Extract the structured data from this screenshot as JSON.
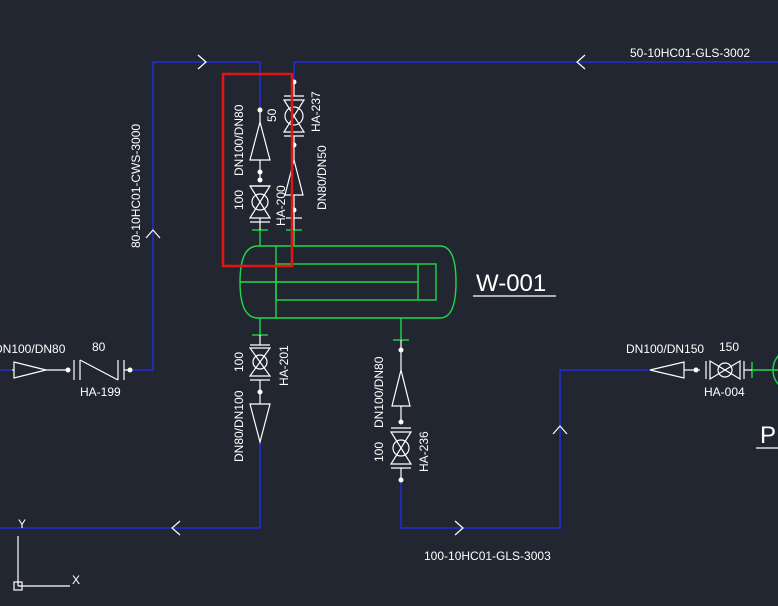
{
  "colors": {
    "background": "#212630",
    "pipe": "#1f2fd6",
    "equipment": "#20d84a",
    "symbol": "#ffffff",
    "selection": "#e01616"
  },
  "labels": {
    "line_cws": "80-10HC01-CWS-3000",
    "line_gls_3002": "50-10HC01-GLS-3002",
    "line_gls_3003": "100-10HC01-GLS-3003",
    "equipment_w001": "W-001",
    "equipment_partial": "P",
    "reducer_top_left": "DN100/DN80",
    "size_top_left": "100",
    "valve_ha200": "HA-200",
    "size_50": "50",
    "valve_ha237": "HA-237",
    "reducer_top_right": "DN80/DN50",
    "reducer_left": "DN100/DN80",
    "size_80": "80",
    "valve_ha199": "HA-199",
    "size_bottom_left": "100",
    "valve_ha201": "HA-201",
    "reducer_bottom_left": "DN80/DN100",
    "reducer_bottom_mid": "DN100/DN80",
    "size_bottom_mid": "100",
    "valve_ha236": "HA-236",
    "reducer_right": "DN100/DN150",
    "size_150": "150",
    "valve_ha004": "HA-004"
  },
  "ucs": {
    "x_axis": "X",
    "y_axis": "Y"
  }
}
